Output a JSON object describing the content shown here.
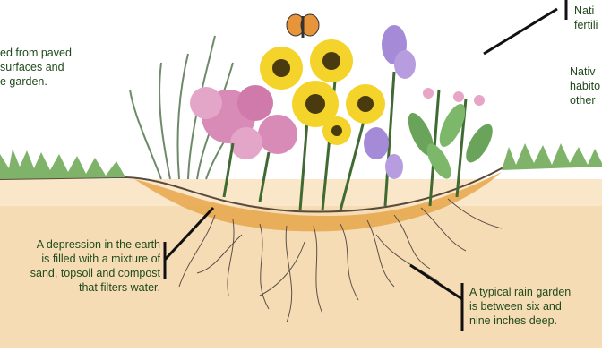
{
  "labels": {
    "top_left": [
      "ed from paved",
      "surfaces and",
      "e garden."
    ],
    "top_right": [
      "Nati",
      "fertili"
    ],
    "right": [
      "Nativ",
      "habito",
      "other"
    ],
    "depression": [
      "A depression in the earth",
      "is filled with a mixture of",
      "sand, topsoil and compost",
      "that filters water."
    ],
    "depth": [
      "A typical rain garden",
      "is between six and",
      "nine inches deep."
    ]
  },
  "colors": {
    "soil": "#f6dcb4",
    "soil_light": "#fae7c9",
    "sand_layer": "#e6a64a",
    "grass": "#7fb36a",
    "leader_line": "#111111",
    "text": "#1f4a1c",
    "sunflower": "#f4d32a",
    "sunflower_center": "#4a3a10",
    "milkweed": "#d98bb8",
    "iris": "#a58ad8",
    "butterfly": "#e8943a"
  },
  "icons": {
    "butterfly": "butterfly-icon"
  }
}
